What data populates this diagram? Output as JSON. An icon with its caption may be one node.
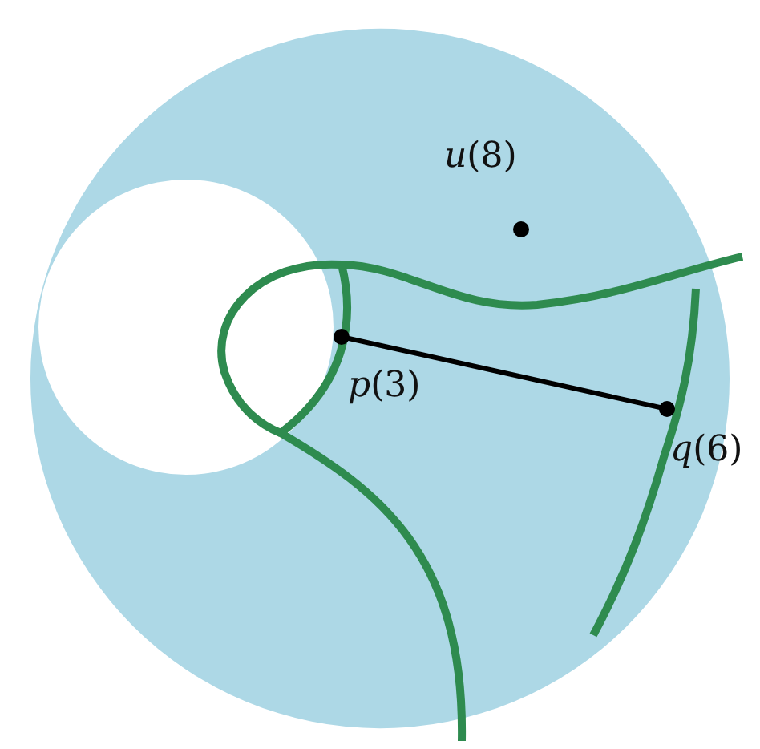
{
  "diagram": {
    "nodes": [
      {
        "text": [
          "*p*(3)"
        ]
      },
      {
        "text": [
          "*q*(6)"
        ]
      },
      {
        "text": [
          "*u*(8)"
        ]
      }
    ],
    "edges": [
      {
        "from": 0,
        "to": 1,
        "arrow": "none"
      }
    ]
  }
}
